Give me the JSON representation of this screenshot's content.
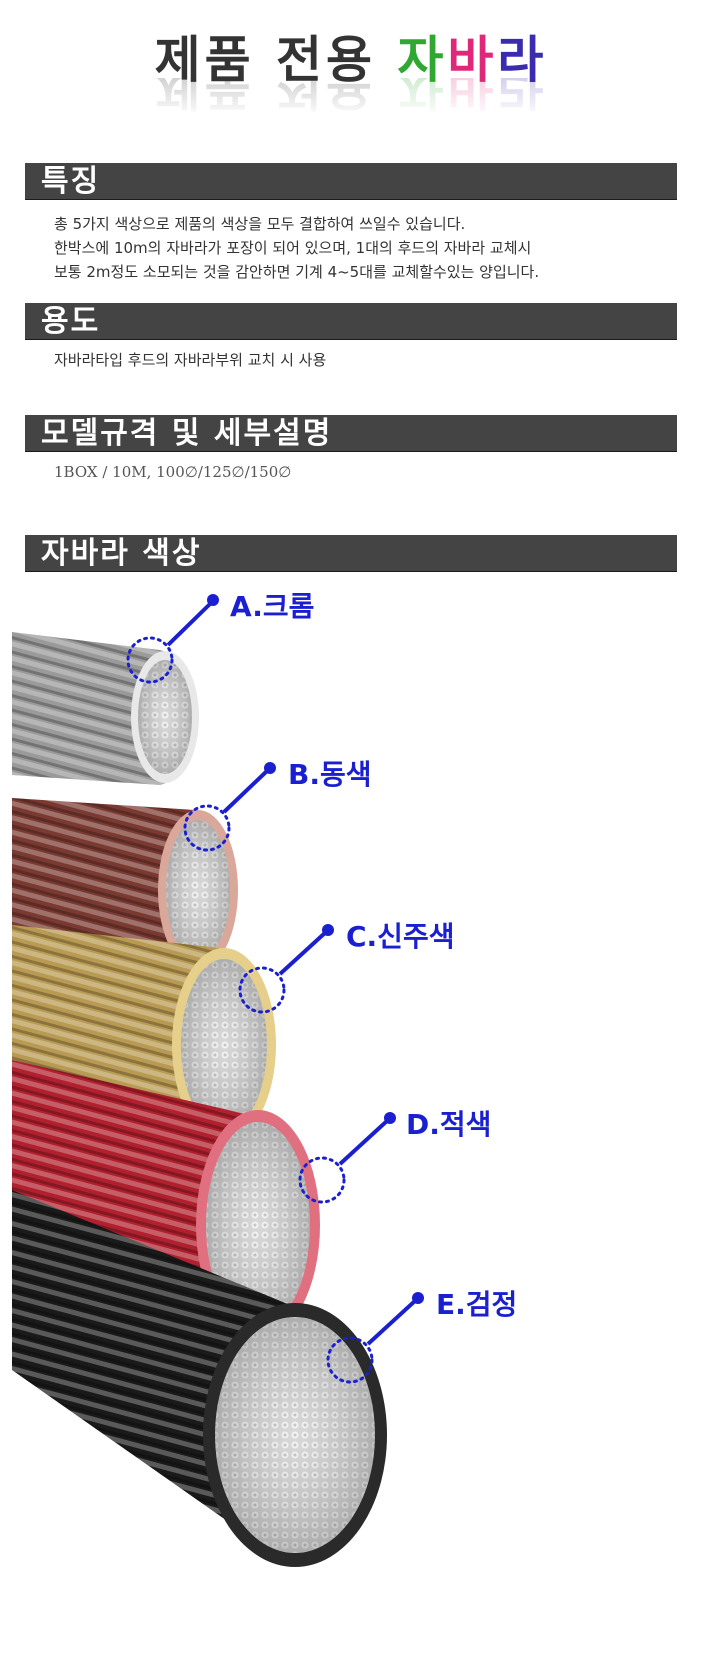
{
  "title": {
    "prefix": "제품 전용 ",
    "ja": "자",
    "ba": "바",
    "ra": "라",
    "colors": {
      "main": "#333333",
      "ja": "#2fa832",
      "ba": "#e0287a",
      "ra": "#3a2bb0"
    }
  },
  "sections": {
    "features": {
      "heading": "특징",
      "lines": [
        "총 5가지 색상으로 제품의 색상을 모두 결합하여 쓰일수 있습니다.",
        "한박스에 10m의 자바라가 포장이 되어 있으며, 1대의 후드의 자바라 교체시",
        "보통 2m정도 소모되는 것을 감안하면 기계 4~5대를 교체할수있는 양입니다."
      ]
    },
    "usage": {
      "heading": "용도",
      "text": "자바라타입 후드의 자바라부위 교치 시 사용"
    },
    "spec": {
      "heading": "모델규격 및 세부설명",
      "text": "1BOX / 10M,  100∅/125∅/150∅"
    },
    "colors": {
      "heading": "자바라 색상"
    }
  },
  "duct_colors": [
    {
      "label": "A.크롬",
      "hex": "#9a9a9a"
    },
    {
      "label": "B.동색",
      "hex": "#7a3a32"
    },
    {
      "label": "C.신주색",
      "hex": "#b89a52"
    },
    {
      "label": "D.적색",
      "hex": "#b0202e"
    },
    {
      "label": "E.검정",
      "hex": "#1a1a1a"
    }
  ],
  "accent": "#1a1fd0",
  "bar_color": "#444444"
}
